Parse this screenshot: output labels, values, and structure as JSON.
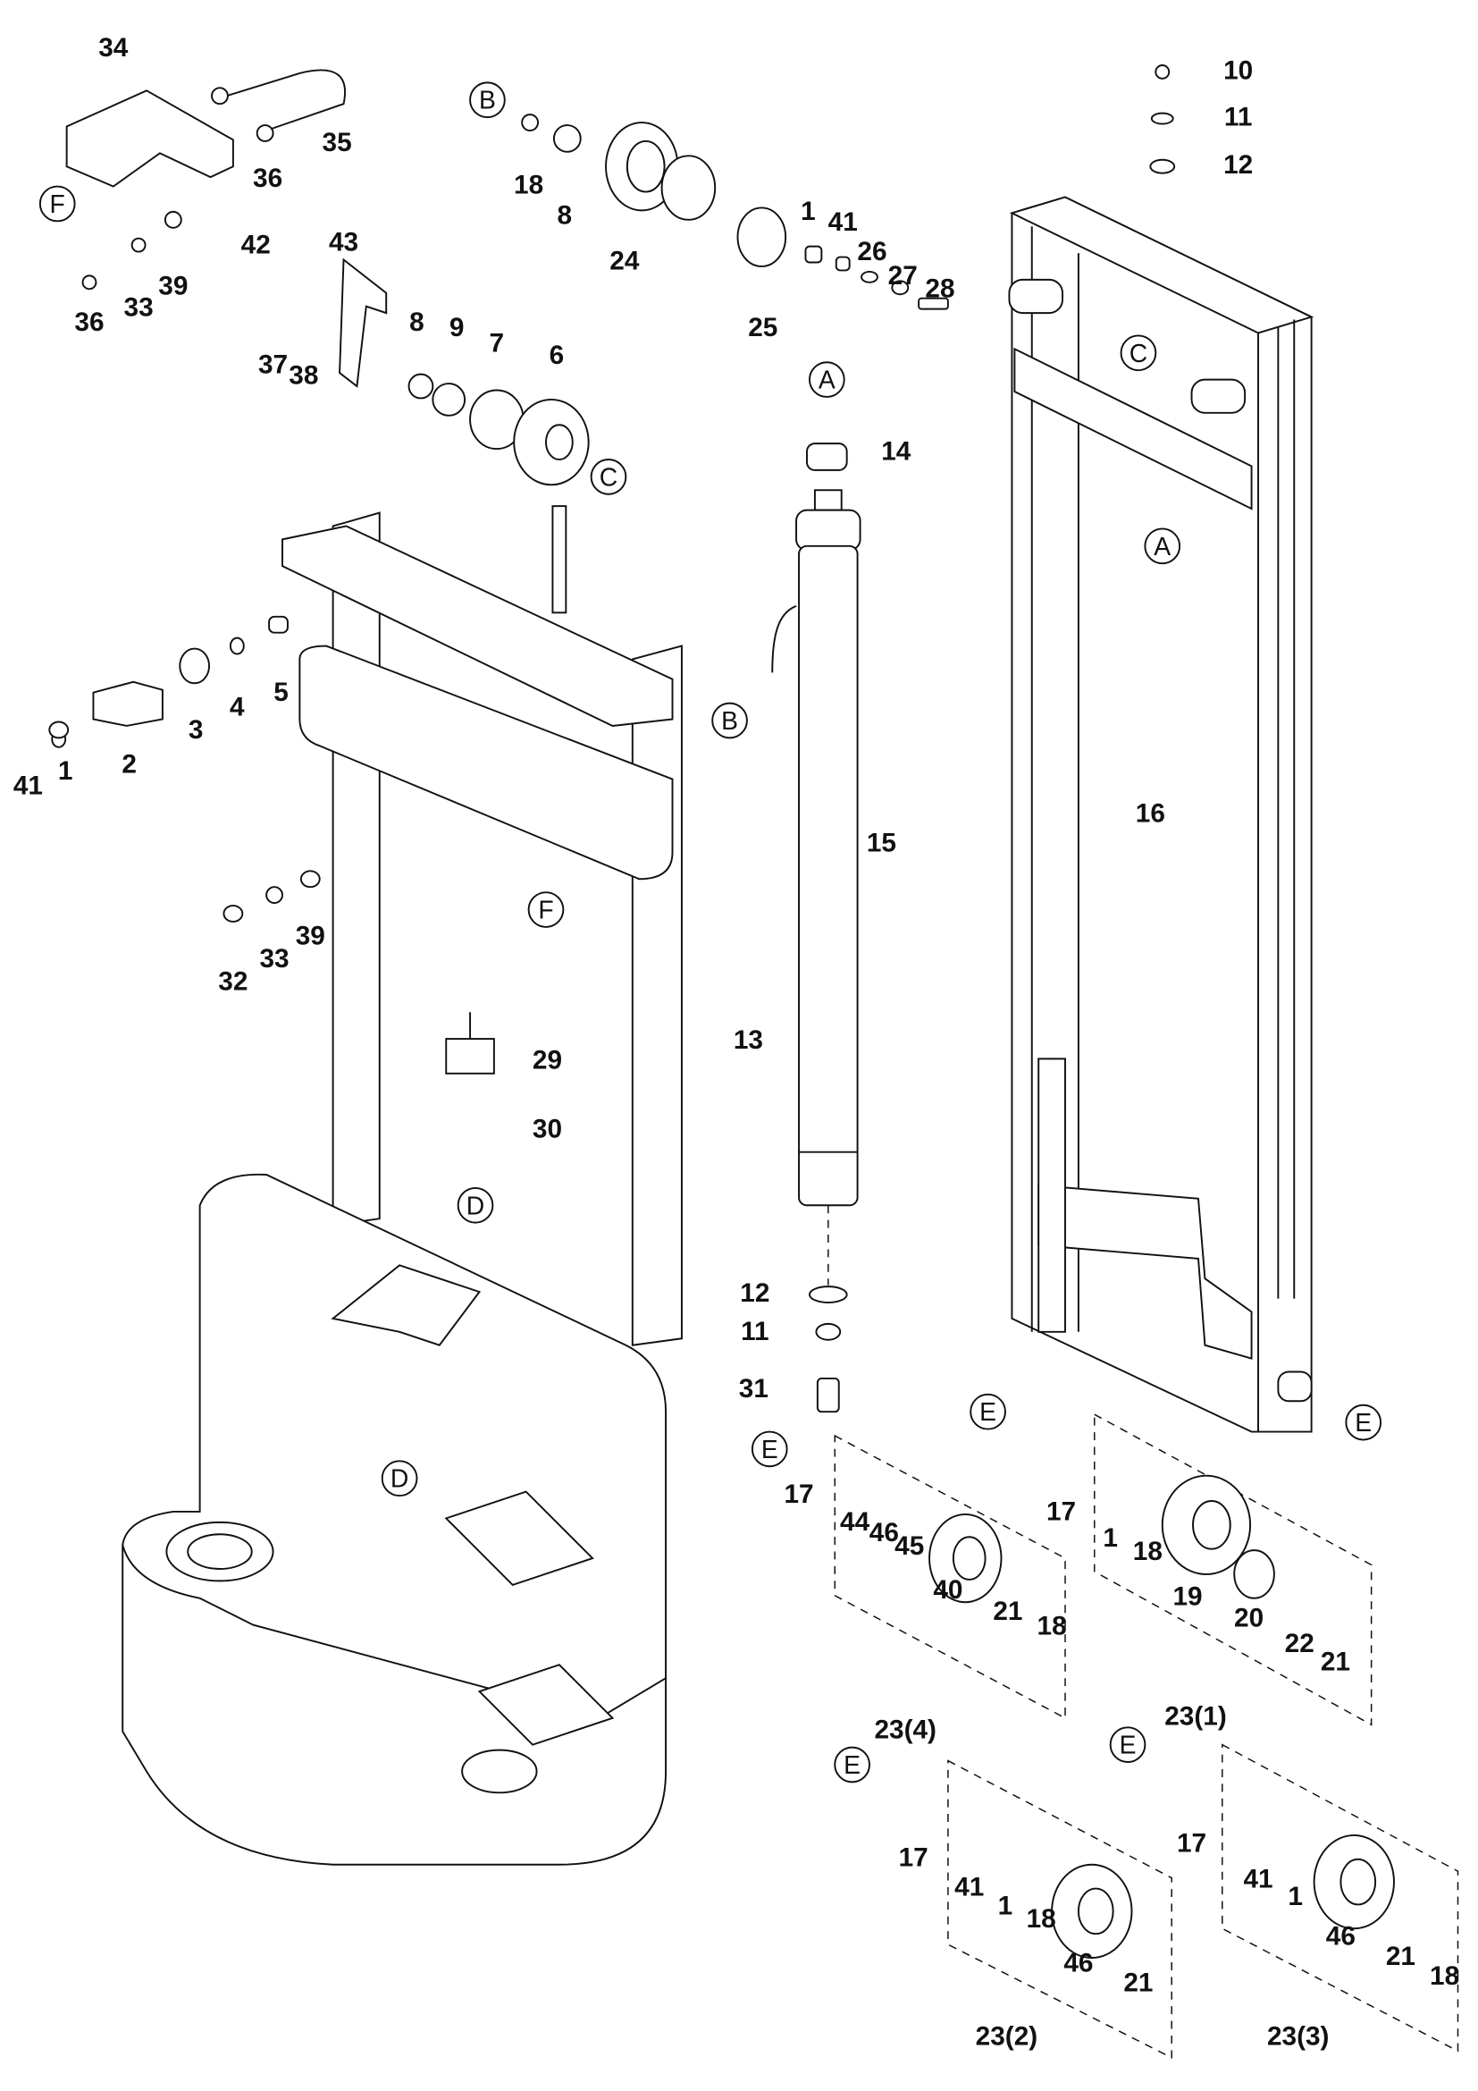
{
  "part_labels": [
    "34",
    "35",
    "36",
    "36",
    "33",
    "39",
    "42",
    "43",
    "37",
    "38",
    "8",
    "9",
    "7",
    "6",
    "18",
    "8",
    "24",
    "25",
    "1",
    "41",
    "26",
    "27",
    "28",
    "10",
    "11",
    "12",
    "14",
    "15",
    "16",
    "5",
    "4",
    "3",
    "2",
    "1",
    "41",
    "32",
    "33",
    "39",
    "29",
    "30",
    "13",
    "12",
    "11",
    "31",
    "17",
    "44",
    "46",
    "45",
    "40",
    "21",
    "18",
    "23(4)",
    "17",
    "1",
    "18",
    "19",
    "20",
    "22",
    "21",
    "23(1)",
    "17",
    "41",
    "1",
    "18",
    "46",
    "21",
    "23(2)",
    "17",
    "41",
    "1",
    "46",
    "21",
    "18",
    "23(3)"
  ],
  "ref_labels": [
    "F",
    "B",
    "C",
    "C",
    "A",
    "A",
    "B",
    "F",
    "D",
    "D",
    "E",
    "E",
    "E",
    "E",
    "E"
  ]
}
